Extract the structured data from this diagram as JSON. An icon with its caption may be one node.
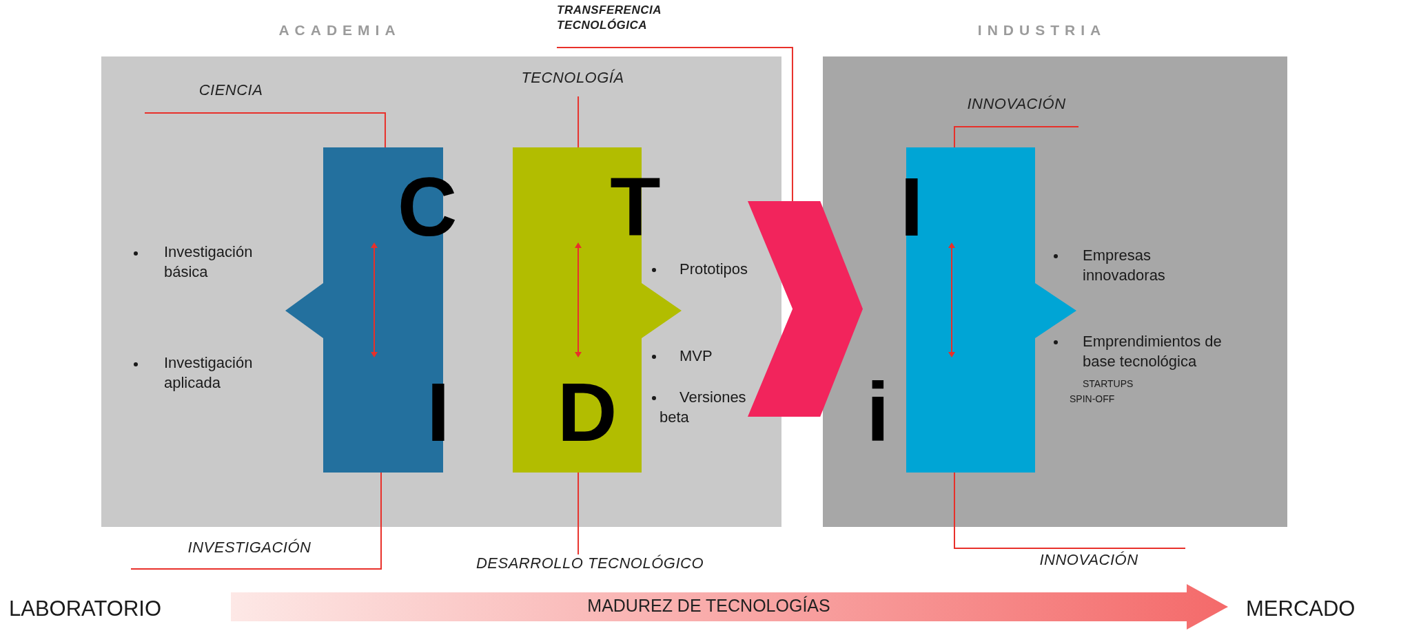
{
  "diagram": {
    "nodes": [
      {
        "text": [
          "ACADEMIA"
        ]
      },
      {
        "text": [
          "INDUSTRIA"
        ]
      },
      {
        "text": [
          "C",
          "I"
        ],
        "in": 0,
        "beside": [
          "Investigación básica",
          "Investigación aplicada"
        ]
      },
      {
        "text": [
          "T",
          "D"
        ],
        "in": 0,
        "beside": [
          "Prototipos",
          "MVP",
          "Versiones beta"
        ]
      },
      {
        "text": [],
        "shape": "chevron"
      },
      {
        "text": [
          "I",
          "i"
        ],
        "in": 1,
        "beside": [
          "Empresas innovadoras",
          "Emprendimientos de base tecnológica",
          "STARTUPS",
          "SPIN-OFF"
        ]
      },
      {
        "text": [
          "CIENCIA"
        ],
        "in": 0
      },
      {
        "text": [
          "TECNOLOGÍA"
        ],
        "in": 0
      },
      {
        "text": [
          "TRANSFERENCIA TECNOLÓGICA"
        ]
      },
      {
        "text": [
          "INNOVACIÓN"
        ],
        "in": 1
      },
      {
        "text": [
          "INVESTIGACIÓN"
        ]
      },
      {
        "text": [
          "DESARROLLO TECNOLÓGICO"
        ]
      },
      {
        "text": [
          "INNOVACIÓN"
        ]
      },
      {
        "text": [
          "MADUREZ DE TECNOLOGÍAS"
        ]
      }
    ],
    "edges": [
      {
        "from": 6,
        "to": 2,
        "arrow": "none"
      },
      {
        "from": 7,
        "to": 3,
        "arrow": "none"
      },
      {
        "from": 8,
        "to": 4,
        "arrow": "none"
      },
      {
        "from": 9,
        "to": 5,
        "arrow": "none"
      },
      {
        "from": 10,
        "to": 2,
        "arrow": "none"
      },
      {
        "from": 11,
        "to": 3,
        "arrow": "none"
      },
      {
        "from": 12,
        "to": 5,
        "arrow": "none"
      }
    ],
    "labels": [
      "LABORATORIO",
      "MERCADO"
    ]
  }
}
